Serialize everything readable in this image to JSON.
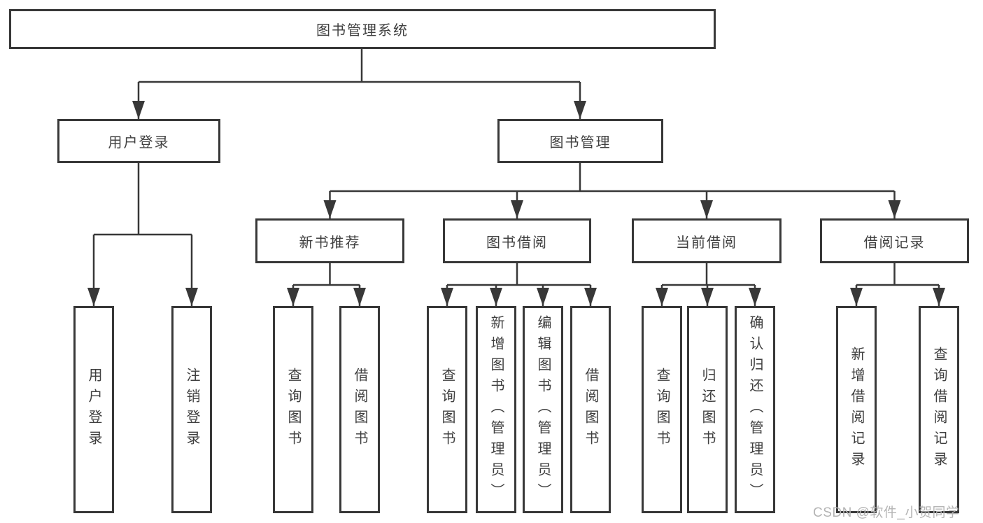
{
  "tree": {
    "root": "图书管理系统",
    "level2": [
      "用户登录",
      "图书管理"
    ],
    "level3": [
      "新书推荐",
      "图书借阅",
      "当前借阅",
      "借阅记录"
    ],
    "login_children": [
      "用户登录",
      "注销登录"
    ],
    "newbook_children": [
      "查询图书",
      "借阅图书"
    ],
    "bookborrow_children": [
      "查询图书",
      "新增图书（管理员）",
      "编辑图书（管理员）",
      "借阅图书"
    ],
    "current_children": [
      "查询图书",
      "归还图书",
      "确认归还（管理员）"
    ],
    "records_children": [
      "新增借阅记录",
      "查询借阅记录"
    ]
  },
  "watermark": "CSDN @软件_小贺同学",
  "colors": {
    "line": "#383838",
    "box_border": "#383838",
    "text": "#3f3f3f",
    "watermark": "#b4b4b4",
    "background": "#ffffff"
  }
}
